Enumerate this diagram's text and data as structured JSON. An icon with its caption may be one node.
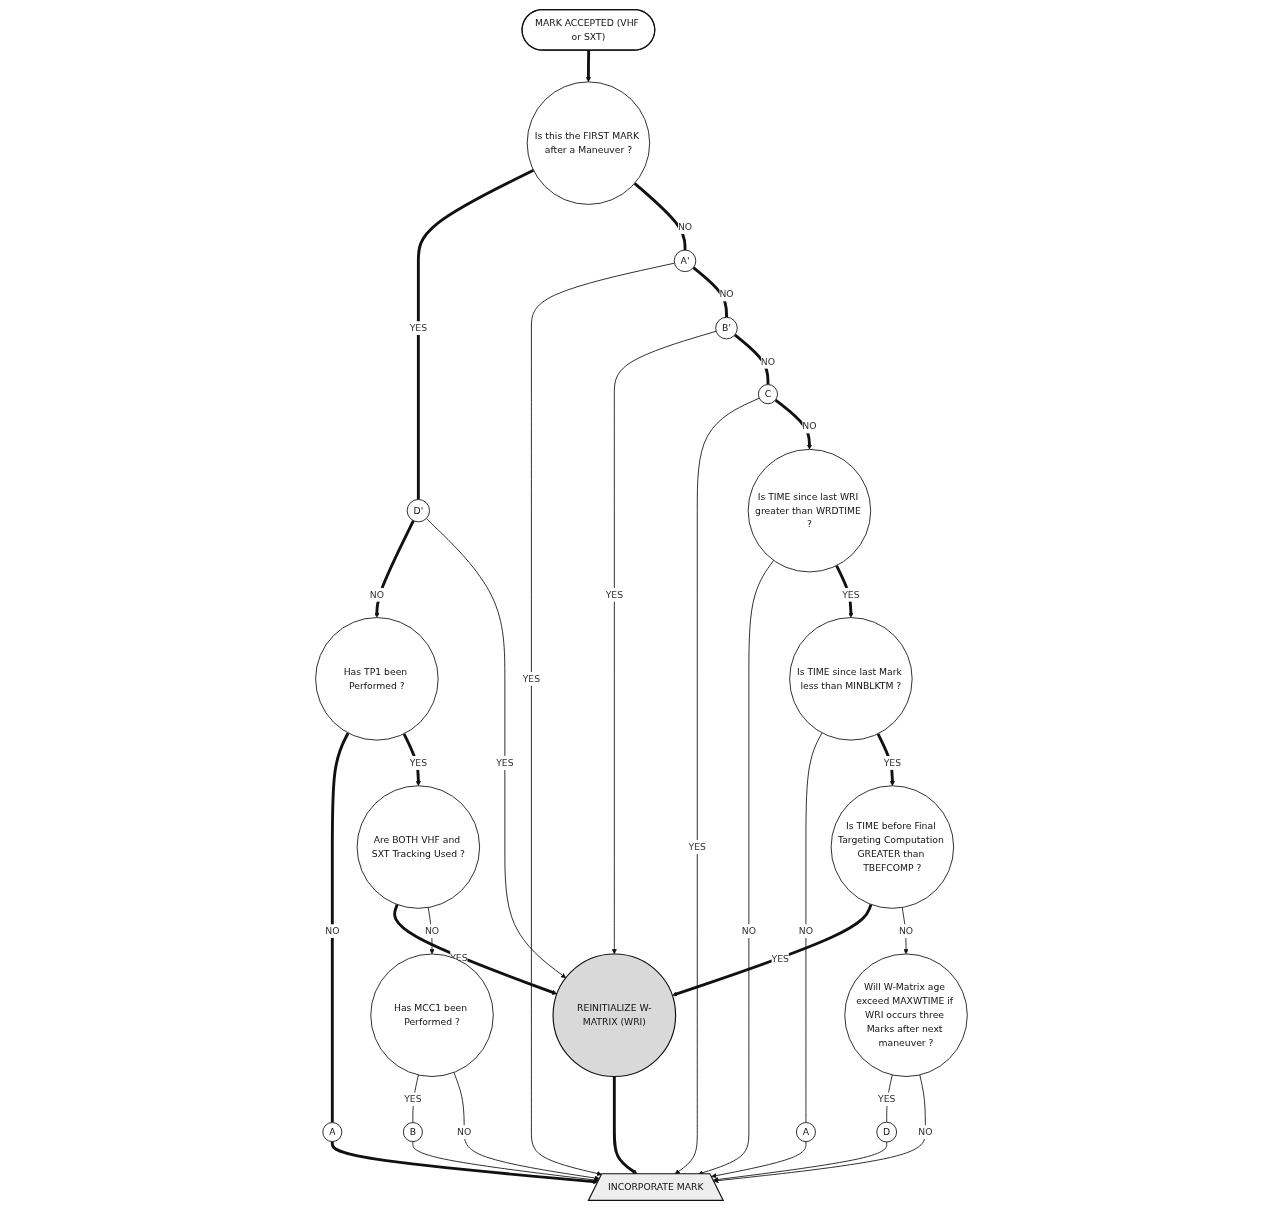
{
  "diagram": {
    "nodes": [
      {
        "text": [
          "MARK ACCEPTED (VHF or SXT)"
        ]
      },
      {
        "text": [
          "Is this the FIRST MARK after a Maneuver ?"
        ]
      },
      {
        "text": [
          "D'"
        ]
      },
      {
        "text": [
          "A'"
        ]
      },
      {
        "text": [
          "B'"
        ]
      },
      {
        "text": [
          "C"
        ]
      },
      {
        "text": [
          "Has TP1 been Performed ?"
        ]
      },
      {
        "text": [
          "A"
        ]
      },
      {
        "text": [
          "REINITIALIZE W-MATRIX (WRI)"
        ]
      },
      {
        "text": [
          "Is TIME since last WRI greater than WRDTIME ?"
        ]
      },
      {
        "text": [
          "Are BOTH VHF and SXT Tracking Used ?"
        ]
      },
      {
        "text": [
          "Is TIME since last Mark less than MINBLKTM ?"
        ]
      },
      {
        "text": [
          "A"
        ]
      },
      {
        "text": [
          "Is TIME before Final Targeting Computation GREATER than TBEFCOMP ?"
        ]
      },
      {
        "text": [
          "Has MCC1 been Performed ?"
        ]
      },
      {
        "text": [
          "B"
        ]
      },
      {
        "text": [
          "Will W-Matrix age exceed MAXWTIME if WRI occurs three Marks after next maneuver ?"
        ]
      },
      {
        "text": [
          "D"
        ]
      },
      {
        "text": [
          "INCORPORATE MARK"
        ]
      }
    ],
    "edges": [
      {
        "from": 0,
        "to": 1,
        "arrow": "to",
        "style": "thick"
      },
      {
        "from": 1,
        "to": 2,
        "arrow": "none",
        "label": "YES",
        "style": "thick"
      },
      {
        "from": 2,
        "to": 6,
        "arrow": "to",
        "label": "NO",
        "style": "thick"
      },
      {
        "from": 2,
        "to": 8,
        "arrow": "to",
        "label": "YES"
      },
      {
        "from": 1,
        "to": 3,
        "arrow": "none",
        "label": "NO",
        "style": "thick"
      },
      {
        "from": 3,
        "to": 18,
        "arrow": "to",
        "label": "YES"
      },
      {
        "from": 3,
        "to": 4,
        "arrow": "none",
        "label": "NO",
        "style": "thick"
      },
      {
        "from": 4,
        "to": 8,
        "arrow": "to",
        "label": "YES"
      },
      {
        "from": 4,
        "to": 5,
        "arrow": "none",
        "label": "NO",
        "style": "thick"
      },
      {
        "from": 5,
        "to": 18,
        "arrow": "to",
        "label": "YES"
      },
      {
        "from": 5,
        "to": 9,
        "arrow": "to",
        "label": "NO",
        "style": "thick"
      },
      {
        "from": 6,
        "to": 7,
        "arrow": "none",
        "label": "NO",
        "style": "thick"
      },
      {
        "from": 7,
        "to": 18,
        "arrow": "to",
        "style": "thick"
      },
      {
        "from": 6,
        "to": 10,
        "arrow": "to",
        "label": "YES",
        "style": "thick"
      },
      {
        "from": 10,
        "to": 8,
        "arrow": "to",
        "label": "YES",
        "style": "thick"
      },
      {
        "from": 10,
        "to": 14,
        "arrow": "to",
        "label": "NO"
      },
      {
        "from": 14,
        "to": 15,
        "arrow": "none",
        "label": "YES"
      },
      {
        "from": 15,
        "to": 18,
        "arrow": "to"
      },
      {
        "from": 14,
        "to": 18,
        "arrow": "to",
        "label": "NO"
      },
      {
        "from": 9,
        "to": 18,
        "arrow": "to",
        "label": "NO"
      },
      {
        "from": 9,
        "to": 11,
        "arrow": "to",
        "label": "YES",
        "style": "thick"
      },
      {
        "from": 11,
        "to": 12,
        "arrow": "none",
        "label": "NO"
      },
      {
        "from": 12,
        "to": 18,
        "arrow": "to"
      },
      {
        "from": 11,
        "to": 13,
        "arrow": "to",
        "label": "YES",
        "style": "thick"
      },
      {
        "from": 13,
        "to": 8,
        "arrow": "to",
        "label": "YES",
        "style": "thick"
      },
      {
        "from": 13,
        "to": 16,
        "arrow": "to",
        "label": "NO"
      },
      {
        "from": 16,
        "to": 17,
        "arrow": "none",
        "label": "YES"
      },
      {
        "from": 17,
        "to": 18,
        "arrow": "to"
      },
      {
        "from": 16,
        "to": 18,
        "arrow": "to",
        "label": "NO"
      },
      {
        "from": 8,
        "to": 18,
        "arrow": "to",
        "style": "thick"
      }
    ]
  }
}
